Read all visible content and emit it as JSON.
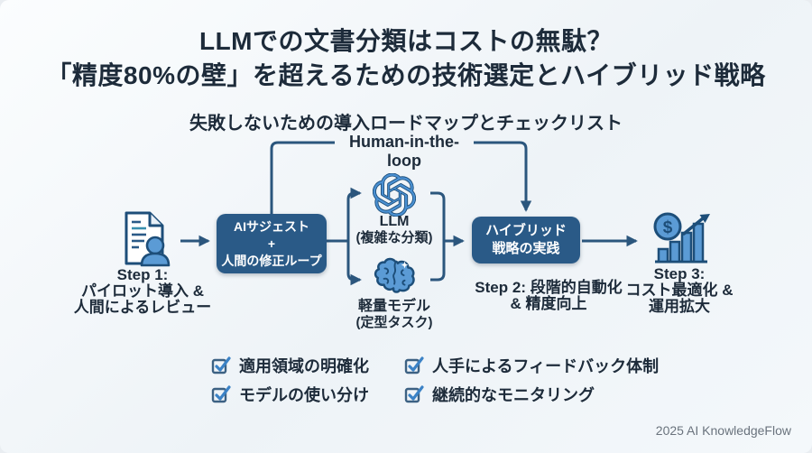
{
  "title": {
    "line1": "LLMでの文書分類はコストの無駄？",
    "line2": "「精度80%の壁」を超えるための技術選定とハイブリッド戦略"
  },
  "subtitle": "失敗しないための導入ロードマップとチェックリスト",
  "loop_label": "Human-in-the-loop",
  "flow": {
    "step1": {
      "title": "Step 1:",
      "line1": "パイロット導入 &",
      "line2": "人間によるレビュー"
    },
    "suggest_box": {
      "line1": "AIサジェスト",
      "line2": "+",
      "line3": "人間の修正ループ"
    },
    "llm": {
      "name": "LLM",
      "note": "(複雑な分類)"
    },
    "light_model": {
      "name": "軽量モデル",
      "note": "(定型タスク)"
    },
    "hybrid_box": {
      "line1": "ハイブリッド",
      "line2": "戦略の実践"
    },
    "step2": {
      "line1": "Step 2: 段階的自動化",
      "line2": "& 精度向上"
    },
    "step3": {
      "title": "Step 3:",
      "line1": "コスト最適化 &",
      "line2": "運用拡大"
    }
  },
  "checklist": [
    "適用領域の明確化",
    "モデルの使い分け",
    "人手によるフィードバック体制",
    "継続的なモニタリング"
  ],
  "icons": {
    "dollar": "$"
  },
  "footer": "2025 AI KnowledgeFlow",
  "colors": {
    "box_blue": "#2a5a87",
    "connector_blue": "#2b567d",
    "icon_fill_blue": "#5b9bd5",
    "icon_outline_navy": "#1d4e79",
    "check_blue": "#3b82c6",
    "text_dark": "#1d2b3a",
    "footer_gray": "#6a737d"
  }
}
